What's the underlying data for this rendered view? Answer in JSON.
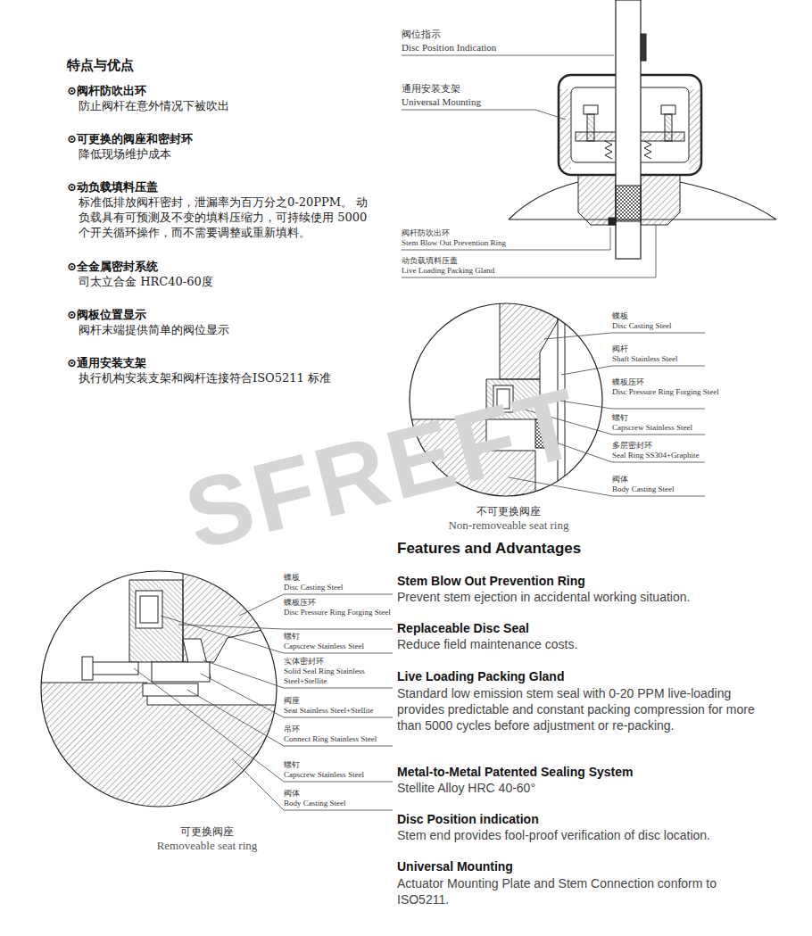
{
  "diagram": {
    "title": "特点与优点",
    "labels": [
      "⊙阀杆防吹出环",
      "防止阀杆在意外情况下被吹出",
      "⊙可更换的阀座和密封环",
      "降低现场维护成本",
      "⊙动负载填料压盖",
      "标准低排放阀杆密封，泄漏率为百万分之0-20PPM。 动负载具有可预测及不变的填料压缩力，可持续使用 5000个开关循环操作，而不需要调整或重新填料。",
      "⊙全金属密封系统",
      "司太立合金 HRC40-60度",
      "⊙阀板位置显示",
      "阀杆末端提供简单的阀位显示",
      "⊙通用安装支架",
      "执行机构安装支架和阀杆连接符合ISO5211 标准",
      "阀位指示",
      "Disc Position Indication",
      "通用安装支架",
      "Universal Mounting",
      "阀杆防吹出环",
      "Stem Blow Out Prevention Ring",
      "动负载填料压盖",
      "Live Loading Packing Gland",
      "蝶板",
      "Disc Casting Steel",
      "阀杆",
      "Shaft Stainless Steel",
      "蝶板压环",
      "Disc Pressure Ring Forging Steel",
      "螺钉",
      "Capscrew Stainless Steel",
      "多层密封环",
      "Seal Ring SS304+Graphite",
      "阀体",
      "Body Casting Steel",
      "不可更换阀座",
      "Non-removeable seat ring",
      "蝶板",
      "Disc Casting Steel",
      "蝶板压环",
      "Disc Pressure Ring Forging Steel",
      "螺钉",
      "Capscrew Stainless Steel",
      "实体密封环",
      "Solid Seal Ring Stainless Steel+Stellite",
      "阀座",
      "Seat Stainless Steel+Stellite",
      "吊环",
      "Connect Ring Stainless Steel",
      "螺钉",
      "Capscrew Stainless Steel",
      "阀体",
      "Body Casting Steel",
      "可更换阀座",
      "Removeable seat ring",
      "Features and Advantages",
      "Stem Blow Out Prevention Ring",
      "Prevent stem ejection in accidental working situation.",
      "Replaceable Disc Seal",
      "Reduce field maintenance costs.",
      "Live Loading Packing Gland",
      "Standard low emission stem seal with 0-20 PPM live-loading provides predictable and constant packing compression for more than 5000 cycles before adjustment or re-packing.",
      "Metal-to-Metal Patented Sealing System",
      "Stellite Alloy HRC 40-60°",
      "Disc Position indication",
      "Stem end provides fool-proof verification of disc location.",
      "Universal Mounting",
      "Actuator Mounting Plate and Stem Connection conform to ISO5211.",
      "SFREFT"
    ]
  }
}
